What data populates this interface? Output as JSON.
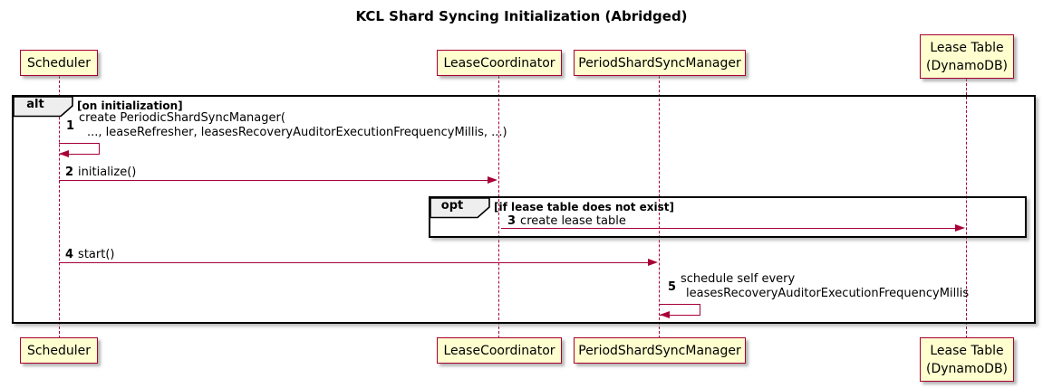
{
  "title": "KCL Shard Syncing Initialization (Abridged)",
  "participants": {
    "scheduler": {
      "label": "Scheduler"
    },
    "lease_coordinator": {
      "label": "LeaseCoordinator"
    },
    "period_shard_sync_manager": {
      "label": "PeriodShardSyncManager"
    },
    "lease_table": {
      "label_line1": "Lease Table",
      "label_line2": "(DynamoDB)"
    }
  },
  "frames": {
    "alt": {
      "operator": "alt",
      "guard": "[on initialization]"
    },
    "opt": {
      "operator": "opt",
      "guard": "[if lease table does not exist]"
    }
  },
  "messages": {
    "m1": {
      "num": "1",
      "from": "Scheduler",
      "to": "Scheduler",
      "line1": "create PeriodicShardSyncManager(",
      "line2": "..., leaseRefresher, leasesRecoveryAuditorExecutionFrequencyMillis, ...)"
    },
    "m2": {
      "num": "2",
      "from": "Scheduler",
      "to": "LeaseCoordinator",
      "text": "initialize()"
    },
    "m3": {
      "num": "3",
      "from": "LeaseCoordinator",
      "to": "Lease Table (DynamoDB)",
      "text": "create lease table"
    },
    "m4": {
      "num": "4",
      "from": "Scheduler",
      "to": "PeriodShardSyncManager",
      "text": "start()"
    },
    "m5": {
      "num": "5",
      "from": "PeriodShardSyncManager",
      "to": "PeriodShardSyncManager",
      "line1": "schedule self every",
      "line2": "leasesRecoveryAuditorExecutionFrequencyMillis"
    }
  },
  "colors": {
    "participant_fill": "#FEFECE",
    "participant_border": "#A80036",
    "arrow": "#A80036",
    "frame_border": "#000000",
    "frame_label_fill": "#EEEEEE"
  }
}
